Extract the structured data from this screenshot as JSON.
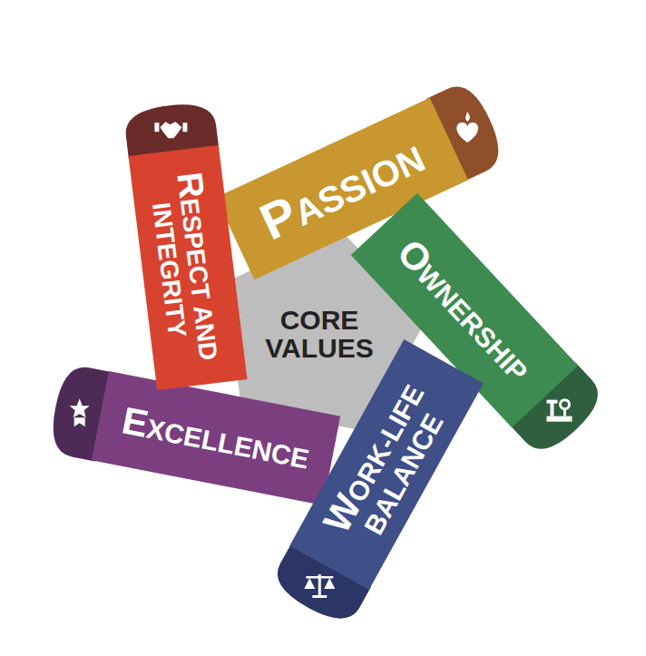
{
  "diagram": {
    "nodes": [
      {
        "text": [
          "CORE VALUES"
        ]
      },
      {
        "text": [
          "PASSION"
        ]
      },
      {
        "text": [
          "OWNERSHIP"
        ]
      },
      {
        "text": [
          "WORK-LIFE BALANCE"
        ]
      },
      {
        "text": [
          "EXCELLENCE"
        ]
      },
      {
        "text": [
          "RESPECT AND INTEGRITY"
        ]
      }
    ]
  }
}
